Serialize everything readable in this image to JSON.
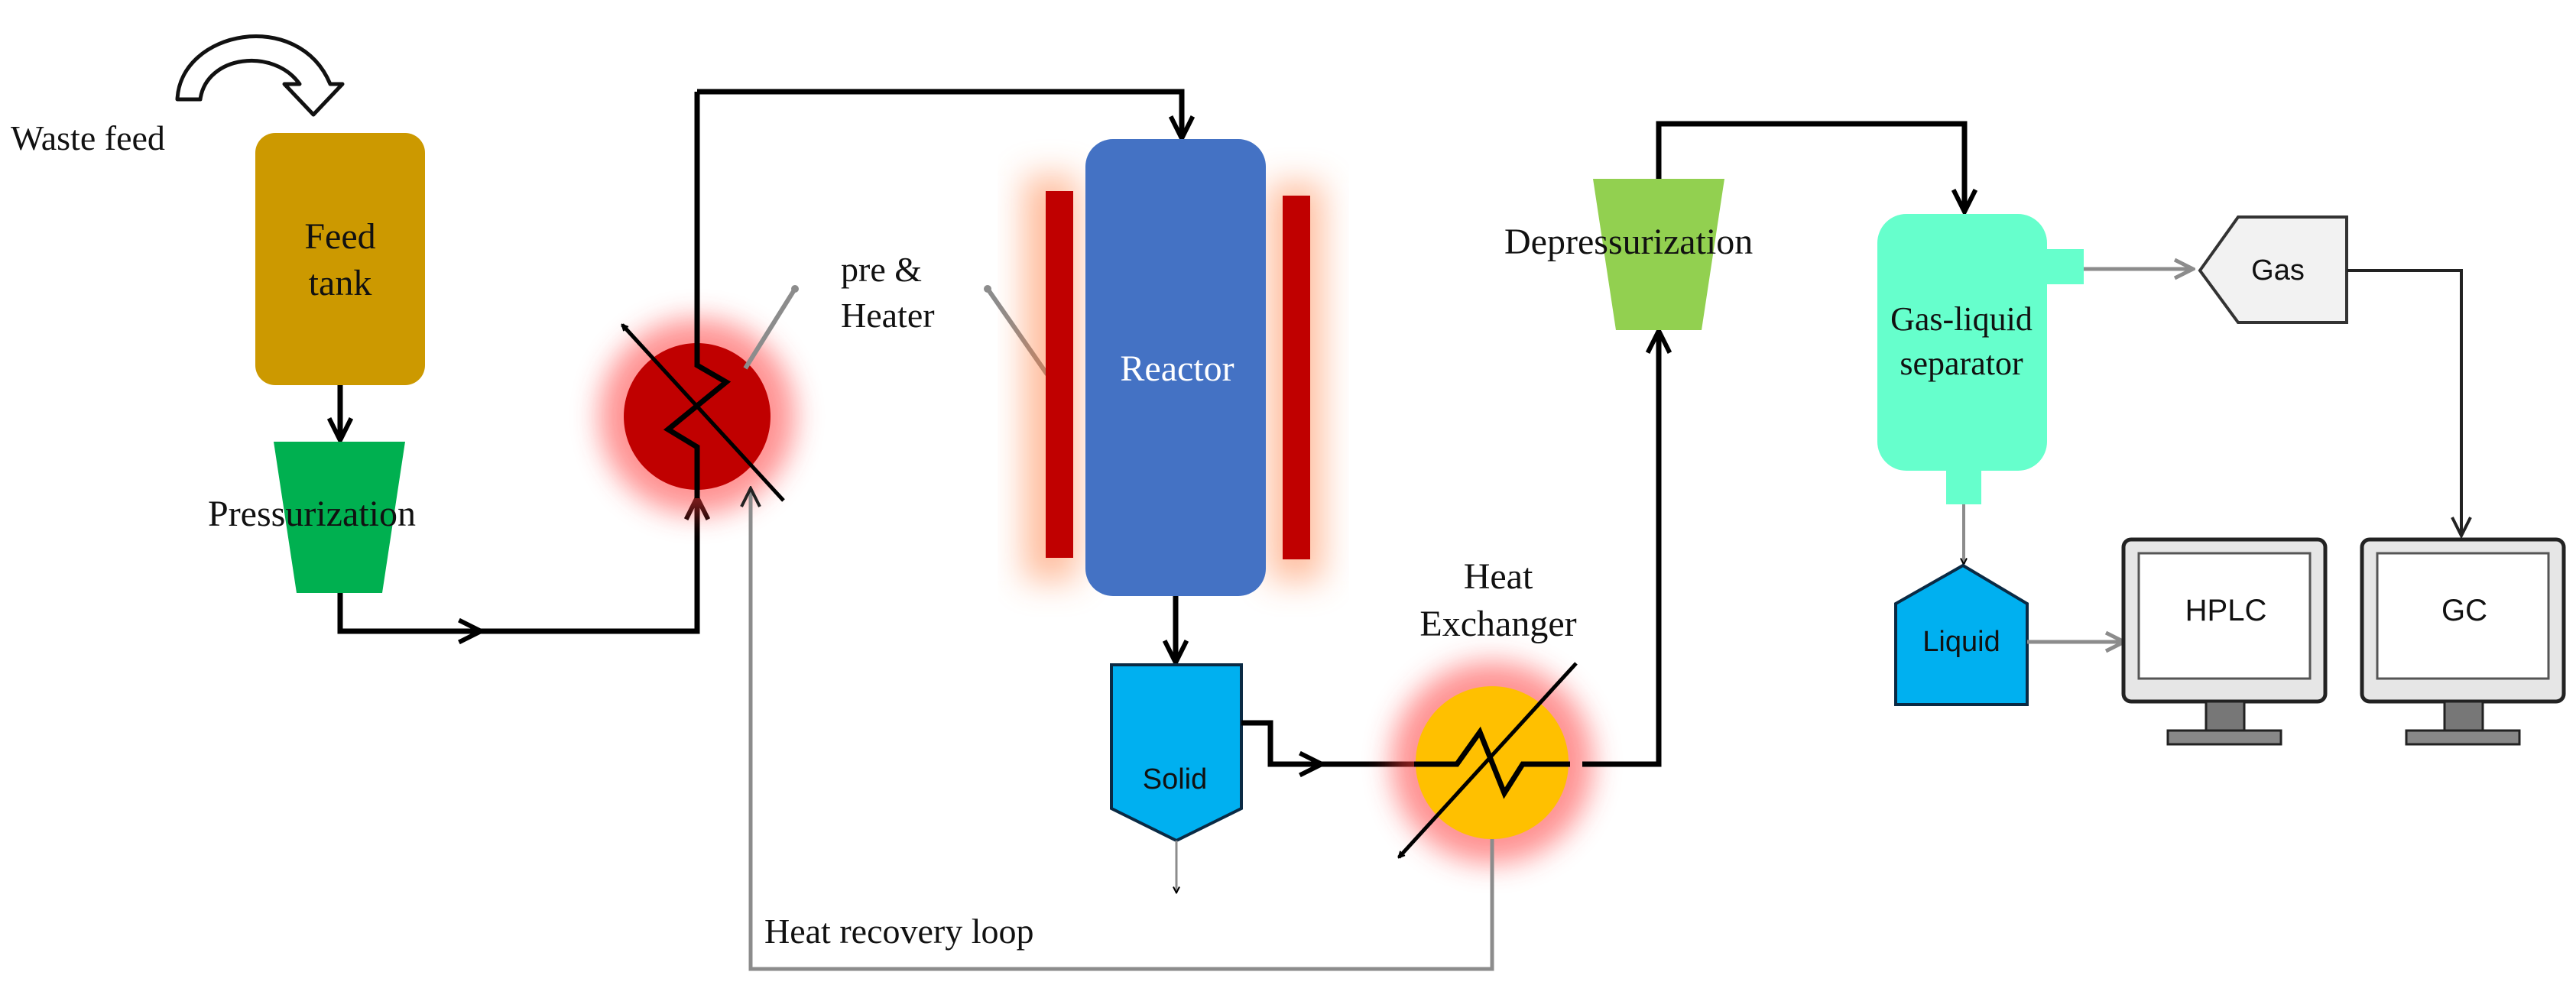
{
  "labels": {
    "waste_feed": "Waste feed",
    "feed_tank_line1": "Feed",
    "feed_tank_line2": "tank",
    "pressurization": "Pressurization",
    "heater_line1": "pre &",
    "heater_line2": "Heater",
    "reactor": "Reactor",
    "solid": "Solid",
    "heat_exchanger_line1": "Heat",
    "heat_exchanger_line2": "Exchanger",
    "heat_recovery_loop": "Heat recovery loop",
    "depressurization": "Depressurization",
    "separator_line1": "Gas-liquid",
    "separator_line2": "separator",
    "gas": "Gas",
    "liquid": "Liquid",
    "hplc": "HPLC",
    "gc": "GC"
  },
  "colors": {
    "feed_tank": "#CC9900",
    "pressurization_pump": "#00B050",
    "preheater": "#C00000",
    "heater_bars": "#C00000",
    "reactor": "#4472C4",
    "solid_vessel": "#00B0F0",
    "heat_exchanger": "#FFC000",
    "depressurization_valve": "#92D050",
    "separator": "#66FFCC",
    "gas_vessel": "#F2F2F2",
    "liquid_vessel": "#00B0F0",
    "hot_glow": "#FF3B3B",
    "main_line": "#000000",
    "secondary_line": "#8C8C8C"
  }
}
